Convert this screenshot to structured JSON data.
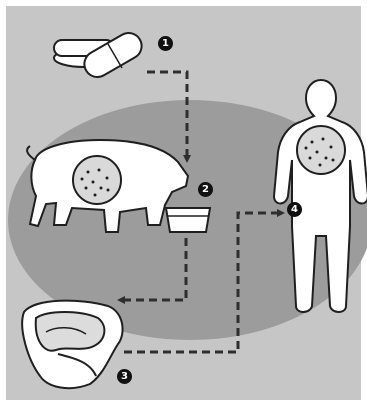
{
  "steps": [
    {
      "id": "step-1",
      "label": "1"
    },
    {
      "id": "step-2",
      "label": "2"
    },
    {
      "id": "step-3",
      "label": "3"
    },
    {
      "id": "step-4",
      "label": "4"
    }
  ],
  "colors": {
    "panel": "#c6c6c6",
    "ellipse": "#9c9c9c",
    "silhouette": "#ffffff",
    "outline": "#1f1f1f",
    "spot": "#d9d9d9",
    "dash": "#2e2e2e",
    "badge": "#111111"
  },
  "icons": [
    "pills-icon",
    "pig-icon",
    "food-bowl-icon",
    "meat-icon",
    "person-icon",
    "dashed-arrow-icon"
  ]
}
